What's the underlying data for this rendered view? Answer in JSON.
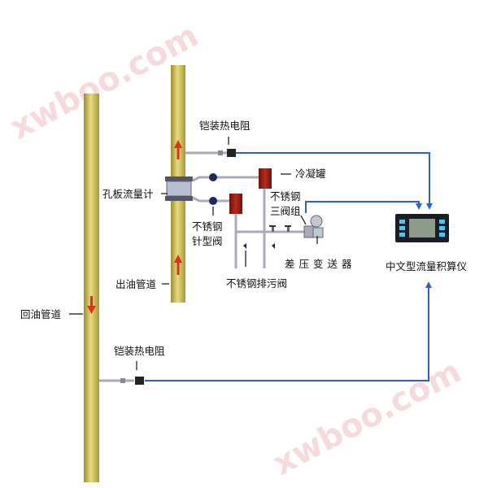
{
  "watermark": "xwboo.com",
  "labels": {
    "rtd_top": "铠装热电阻",
    "rtd_bottom": "铠装热电阻",
    "orifice_meter": "孔板流量计",
    "condenser": "冷凝罐",
    "three_valve_line1": "不锈钢",
    "three_valve_line2": "三阀组",
    "needle_valve_line1": "不锈钢",
    "needle_valve_line2": "针型阀",
    "dp_transmitter": "差压变送器",
    "drain_valve": "不锈钢排污阀",
    "outlet_pipe": "出油管道",
    "return_pipe": "回油管道",
    "flow_totalizer": "中文型流量积算仪"
  },
  "colors": {
    "pipe": "#c9b84a",
    "signal_line": "#2a62c9",
    "flow_arrow": "#e0301e",
    "condenser": "#9a1d14"
  }
}
